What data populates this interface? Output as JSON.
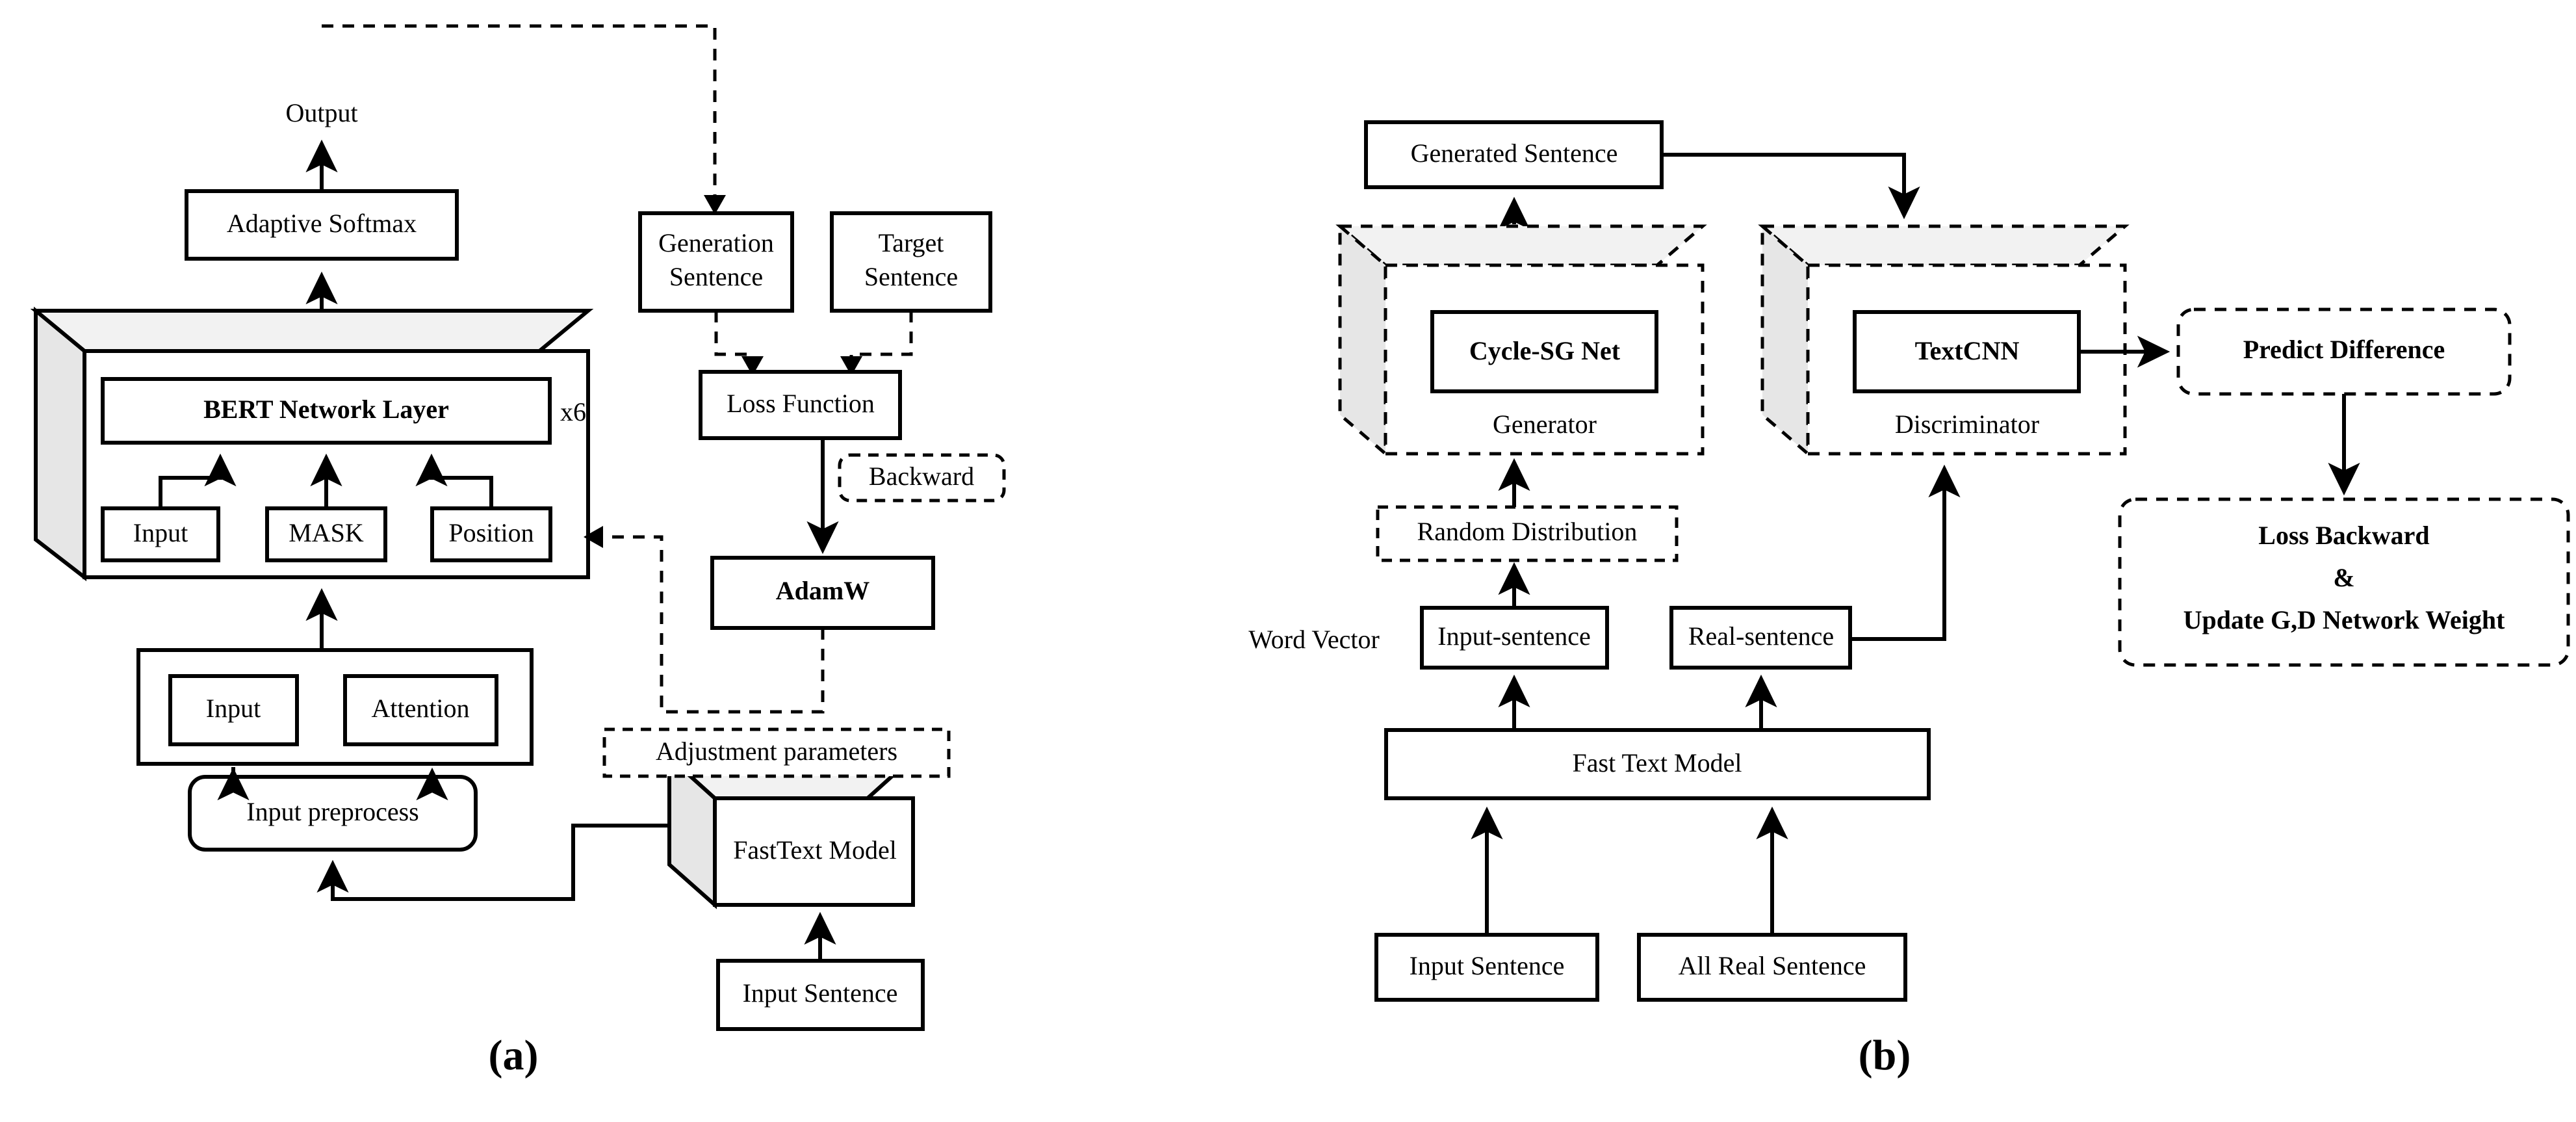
{
  "figure": {
    "captions": [
      {
        "id": "a",
        "label": "(a)"
      },
      {
        "id": "b",
        "label": "(b)"
      }
    ]
  },
  "diagram_a": {
    "title": "BERT training architecture",
    "nodes": {
      "output": "Output",
      "adaptive_softmax": "Adaptive Softmax",
      "bert_network_layer": "BERT Network Layer",
      "repeat_count": "x6",
      "bert_input": "Input",
      "bert_mask": "MASK",
      "bert_position": "Position",
      "pre_input": "Input",
      "pre_attention": "Attention",
      "input_preprocess": "Input preprocess",
      "fasttext_model": "FastText Model",
      "input_sentence": "Input Sentence",
      "generation_sentence_l1": "Generation",
      "generation_sentence_l2": "Sentence",
      "target_sentence_l1": "Target",
      "target_sentence_l2": "Sentence",
      "loss_function": "Loss Function",
      "backward": "Backward",
      "adamw": "AdamW",
      "adjustment_parameters": "Adjustment parameters"
    }
  },
  "diagram_b": {
    "title": "GAN training architecture",
    "nodes": {
      "generated_sentence": "Generated Sentence",
      "cycle_sg_net": "Cycle-SG Net",
      "generator": "Generator",
      "textcnn": "TextCNN",
      "discriminator": "Discriminator",
      "predict_difference": "Predict Difference",
      "loss_backward_l1": "Loss Backward",
      "loss_backward_l2": "&",
      "loss_backward_l3": "Update G,D Network Weight",
      "random_distribution": "Random Distribution",
      "word_vector": "Word Vector",
      "input_sentence_vec": "Input-sentence",
      "real_sentence_vec": "Real-sentence",
      "fast_text_model": "Fast Text Model",
      "input_sentence": "Input Sentence",
      "all_real_sentence": "All Real Sentence"
    }
  },
  "style": {
    "stroke": "#000000",
    "fill_box": "#ffffff",
    "fill_3d_top": "#f2f2f2",
    "fill_3d_side": "#e6e6e6",
    "background": "#ffffff"
  }
}
